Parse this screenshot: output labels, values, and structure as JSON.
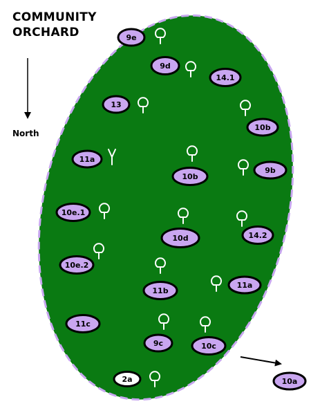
{
  "map": {
    "title_line1": "COMMUNITY",
    "title_line2": "ORCHARD",
    "north_label": "North"
  },
  "colors": {
    "field": "#0a7a12",
    "field_border": "#c7a6ef",
    "plot_fill": "#c9a6f0",
    "plot_fill_empty": "#ffffff",
    "plot_stroke": "#000000",
    "tree_stroke": "#ffffff"
  },
  "plots": [
    {
      "label": "9e",
      "empty": false
    },
    {
      "label": "9d",
      "empty": false
    },
    {
      "label": "14.1",
      "empty": false
    },
    {
      "label": "13",
      "empty": false
    },
    {
      "label": "10b",
      "empty": false
    },
    {
      "label": "11a",
      "empty": false
    },
    {
      "label": "10b",
      "empty": false
    },
    {
      "label": "9b",
      "empty": false
    },
    {
      "label": "10e.1",
      "empty": false
    },
    {
      "label": "10d",
      "empty": false
    },
    {
      "label": "14.2",
      "empty": false
    },
    {
      "label": "10e.2",
      "empty": false
    },
    {
      "label": "11b",
      "empty": false
    },
    {
      "label": "11a",
      "empty": false
    },
    {
      "label": "11c",
      "empty": false
    },
    {
      "label": "9c",
      "empty": false
    },
    {
      "label": "10c",
      "empty": false
    },
    {
      "label": "2a",
      "empty": true
    },
    {
      "label": "10a",
      "empty": false
    }
  ],
  "icons": {
    "tree": "tree-icon",
    "sapling": "sapling-icon",
    "north_arrow": "arrow-down-icon",
    "exit_arrow": "arrow-right-icon"
  }
}
